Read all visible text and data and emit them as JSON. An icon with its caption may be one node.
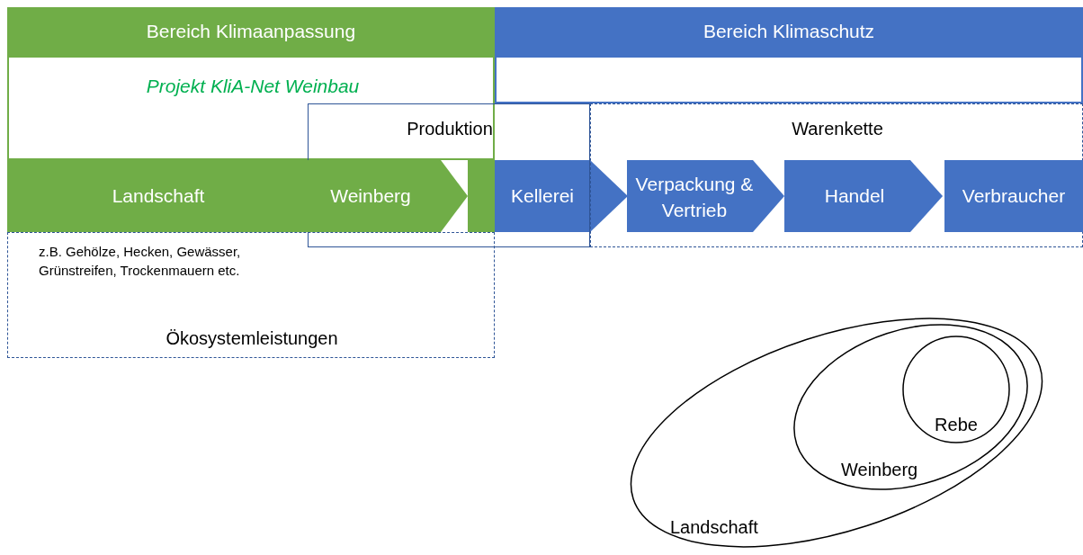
{
  "diagram": {
    "nodes": [
      {
        "text": [
          "Bereich Klimaanpassung",
          "Projekt KliA-Net Weinbau"
        ]
      },
      {
        "text": [
          "Bereich Klimaschutz"
        ]
      },
      {
        "text": [
          "Produktion"
        ]
      },
      {
        "text": [
          "Warenkette"
        ]
      },
      {
        "text": [
          "z.B. Gehölze, Hecken, Gewässer, Grünstreifen, Trockenmauern etc.",
          "Ökosystemleistungen"
        ]
      },
      {
        "text": [
          "Landschaft"
        ]
      },
      {
        "text": [
          "Weinberg"
        ],
        "in": 2
      },
      {
        "text": [],
        "shape": "bar",
        "in": 2
      },
      {
        "text": [
          "Kellerei"
        ]
      },
      {
        "text": [
          "Verpackung & Vertrieb"
        ],
        "in": 3
      },
      {
        "text": [
          "Handel"
        ],
        "in": 3
      },
      {
        "text": [
          "Verbraucher"
        ],
        "in": 3
      },
      {
        "text": [
          "Landschaft"
        ]
      },
      {
        "text": [
          "Weinberg"
        ],
        "in": 12
      },
      {
        "text": [
          "Rebe"
        ],
        "in": 13
      }
    ]
  }
}
